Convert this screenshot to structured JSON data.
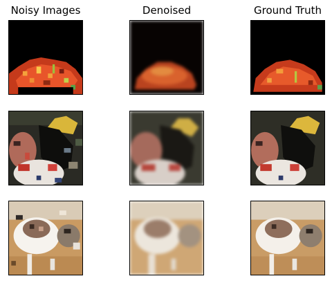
{
  "columns": [
    {
      "title": "Noisy Images"
    },
    {
      "title": "Denoised"
    },
    {
      "title": "Ground Truth"
    }
  ],
  "rows": [
    {
      "subject": "red-mound-on-black"
    },
    {
      "subject": "person-with-yellow-hat"
    },
    {
      "subject": "white-bowl-on-wood"
    }
  ],
  "colors": {
    "background": "#000000",
    "red_orange": "#e0451e",
    "yellow": "#e8c23a",
    "wood": "#c89a62"
  }
}
